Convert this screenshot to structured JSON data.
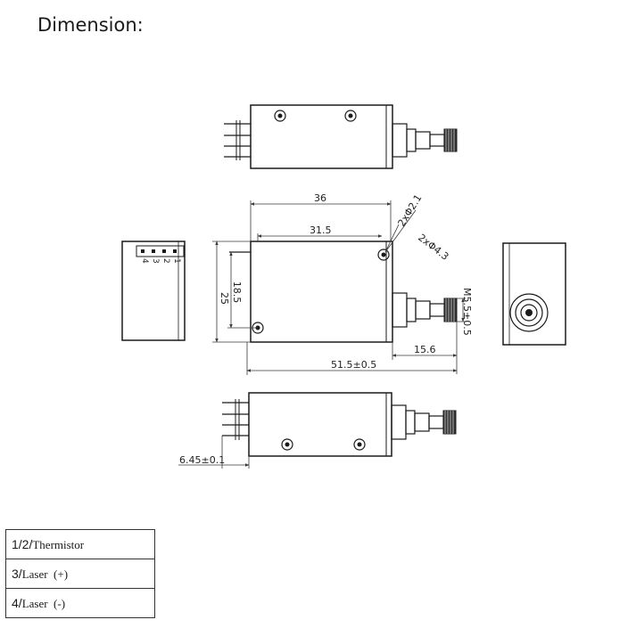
{
  "header": {
    "title": "Dimension:"
  },
  "dimensions": {
    "d36": "36",
    "d31_5": "31.5",
    "d2xphi2_1": "2xΦ2.1",
    "d2xphi4_3": "2xΦ4.3",
    "d25": "25",
    "d18_5": "18.5",
    "dM5_5": "M5.5±0.5",
    "d15_6": "15.6",
    "d51_5": "51.5±0.5",
    "d6_45": "6.45±0.1"
  },
  "pin_numbers": [
    "1",
    "2",
    "3",
    "4"
  ],
  "pin_table": [
    {
      "number": "1/2/",
      "name": "Thermistor"
    },
    {
      "number": "3/",
      "name": "Laser  (+)"
    },
    {
      "number": "4/",
      "name": "Laser  (-)"
    }
  ]
}
